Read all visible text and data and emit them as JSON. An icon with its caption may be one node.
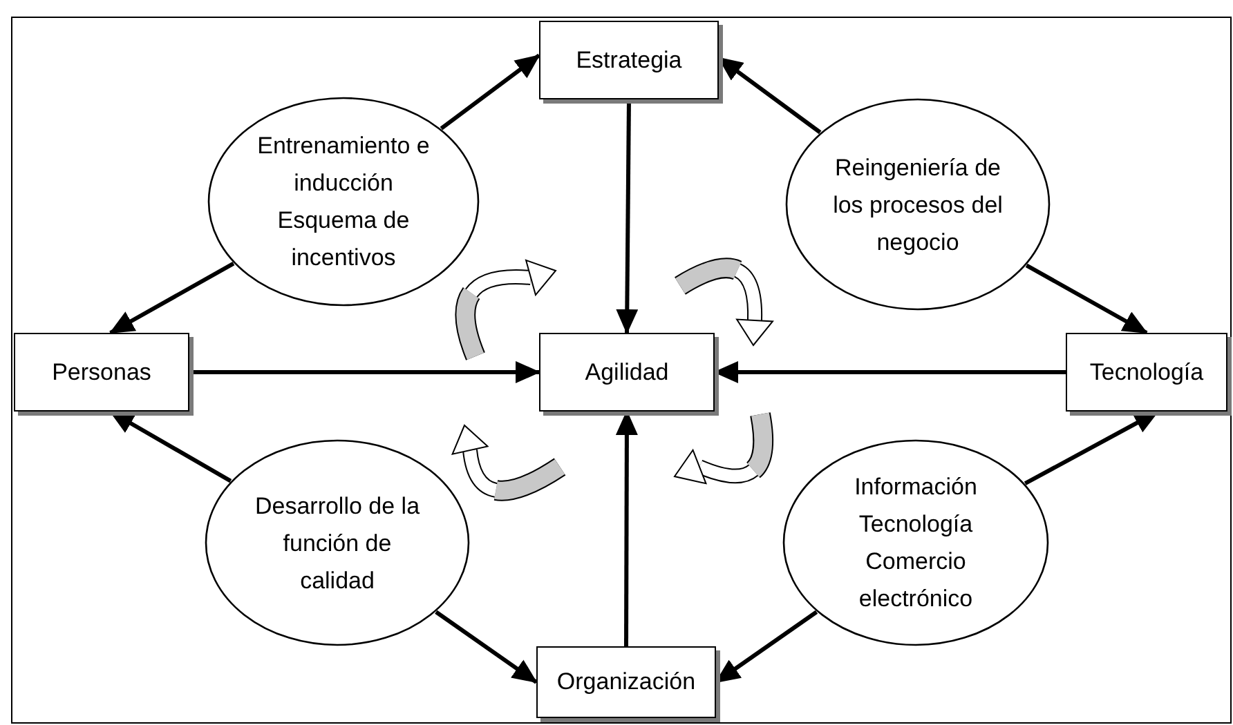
{
  "diagram": {
    "nodes": [
      {
        "text": [
          "Estrategia"
        ]
      },
      {
        "text": [
          "Entrenamiento e inducción Esquema de incentivos"
        ]
      },
      {
        "text": [
          "Reingeniería de los procesos del negocio"
        ]
      },
      {
        "text": [
          "Personas"
        ]
      },
      {
        "text": [
          "Agilidad"
        ]
      },
      {
        "text": [
          "Tecnología"
        ]
      },
      {
        "text": [
          "Desarrollo de la función de calidad"
        ]
      },
      {
        "text": [
          "Información Tecnología Comercio electrónico"
        ]
      },
      {
        "text": [
          "Organización"
        ]
      }
    ],
    "edges": [
      {
        "from": 1,
        "to": 0,
        "arrow": "to"
      },
      {
        "from": 1,
        "to": 3,
        "arrow": "to"
      },
      {
        "from": 2,
        "to": 0,
        "arrow": "to"
      },
      {
        "from": 2,
        "to": 5,
        "arrow": "to"
      },
      {
        "from": 0,
        "to": 4,
        "arrow": "to"
      },
      {
        "from": 3,
        "to": 4,
        "arrow": "to"
      },
      {
        "from": 5,
        "to": 4,
        "arrow": "to"
      },
      {
        "from": 8,
        "to": 4,
        "arrow": "to"
      },
      {
        "from": 6,
        "to": 3,
        "arrow": "to"
      },
      {
        "from": 6,
        "to": 8,
        "arrow": "to"
      },
      {
        "from": 7,
        "to": 5,
        "arrow": "to"
      },
      {
        "from": 7,
        "to": 8,
        "arrow": "to"
      }
    ]
  }
}
